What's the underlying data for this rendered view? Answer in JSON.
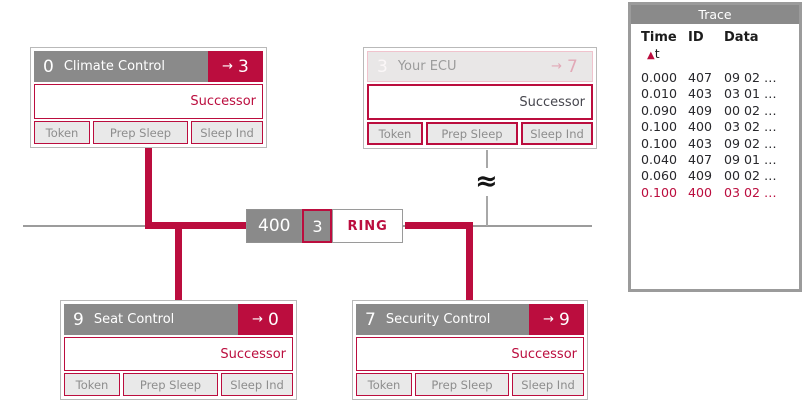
{
  "colors": {
    "accent": "#bb0d3e",
    "header_gray": "#8a8a8a",
    "button_bg": "#e9e9e9",
    "button_text": "#8d8d8d",
    "faded_header_bg": "#e9e7e7",
    "faded_accent": "#e2a9b7",
    "bus_gray": "#9c9c9c"
  },
  "ecus": {
    "climate": {
      "id": "0",
      "name": "Climate Control",
      "arrow": "→",
      "successor_id": "3",
      "successor_label": "Successor",
      "buttons": [
        "Token",
        "Prep Sleep",
        "Sleep Ind"
      ]
    },
    "your_ecu": {
      "id": "3",
      "name": "Your ECU",
      "arrow": "→",
      "successor_id": "7",
      "successor_label": "Successor",
      "buttons": [
        "Token",
        "Prep Sleep",
        "Sleep Ind"
      ]
    },
    "seat": {
      "id": "9",
      "name": "Seat Control",
      "arrow": "→",
      "successor_id": "0",
      "successor_label": "Successor",
      "buttons": [
        "Token",
        "Prep Sleep",
        "Sleep Ind"
      ]
    },
    "security": {
      "id": "7",
      "name": "Security Control",
      "arrow": "→",
      "successor_id": "9",
      "successor_label": "Successor",
      "buttons": [
        "Token",
        "Prep Sleep",
        "Sleep Ind"
      ]
    }
  },
  "ring_message": {
    "id": "400",
    "data": "3",
    "label": "RING"
  },
  "bus_break_symbol": "≈",
  "trace": {
    "title": "Trace",
    "columns": {
      "time": "Time",
      "id": "ID",
      "data": "Data"
    },
    "sort_triangle": "▲",
    "sort_key": "t",
    "rows": [
      {
        "time": "0.000",
        "id": "407",
        "data": "09 02 …",
        "highlight": false
      },
      {
        "time": "0.010",
        "id": "403",
        "data": "03 01 …",
        "highlight": false
      },
      {
        "time": "0.090",
        "id": "409",
        "data": "00 02 …",
        "highlight": false
      },
      {
        "time": "0.100",
        "id": "400",
        "data": "03 02 …",
        "highlight": false
      },
      {
        "time": "0.100",
        "id": "403",
        "data": "09 02 …",
        "highlight": false
      },
      {
        "time": "0.040",
        "id": "407",
        "data": "09 01 …",
        "highlight": false
      },
      {
        "time": "0.060",
        "id": "409",
        "data": "00 02 …",
        "highlight": false
      },
      {
        "time": "0.100",
        "id": "400",
        "data": "03 02 …",
        "highlight": true
      }
    ]
  }
}
